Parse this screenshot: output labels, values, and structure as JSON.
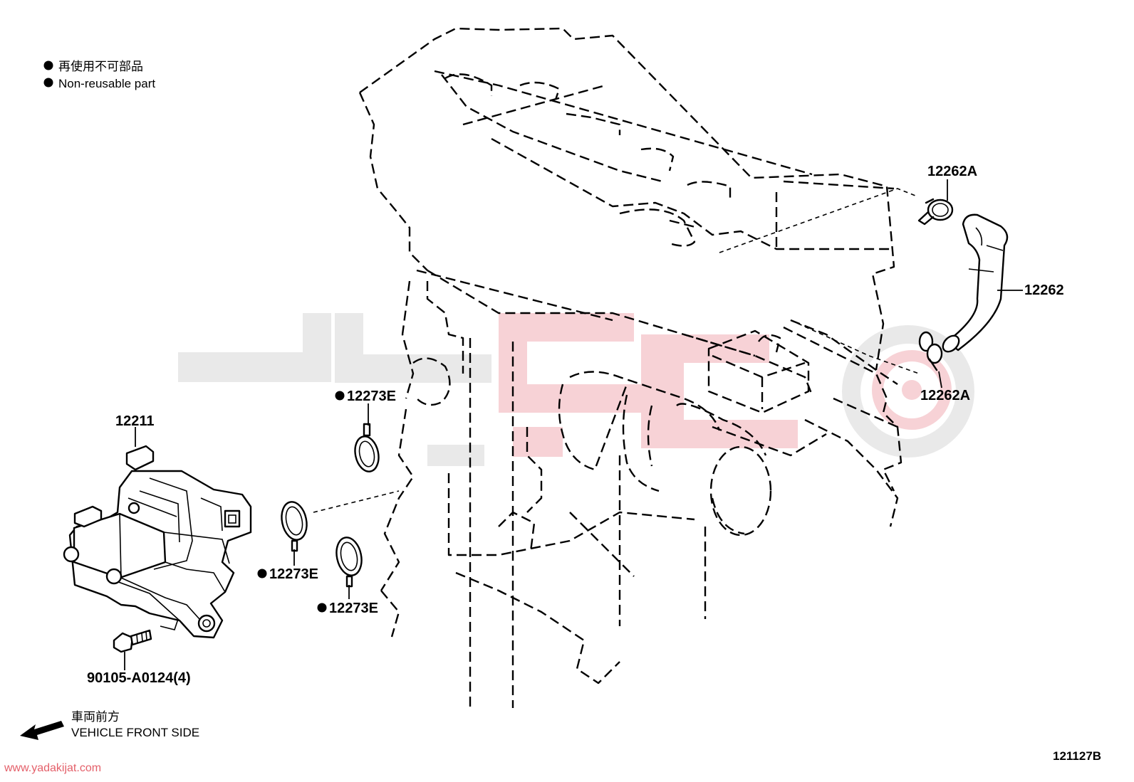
{
  "legend": {
    "marker": "●",
    "line_ja": "再使用不可部品",
    "line_en": "Non-reusable part"
  },
  "direction": {
    "line_ja": "車両前方",
    "line_en": "VEHICLE FRONT SIDE"
  },
  "parts": {
    "p12262A_top": "12262A",
    "p12262": "12262",
    "p12262A_bottom": "12262A",
    "p12273E_1": "12273E",
    "p12273E_2": "12273E",
    "p12273E_3": "12273E",
    "p12211": "12211",
    "p90105": "90105-A0124(4)"
  },
  "figure_code": "121127B",
  "watermark": {
    "url": "www.yadakijat.com"
  },
  "colors": {
    "line": "#000000",
    "watermark_gray": "#e9e9e9",
    "watermark_red": "#f7d2d6"
  }
}
